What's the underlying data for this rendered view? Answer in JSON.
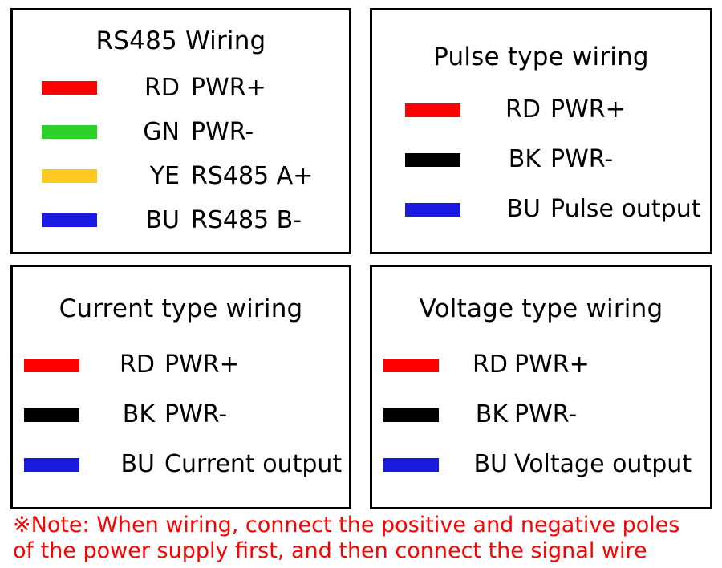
{
  "colors": {
    "red": "#ff0000",
    "green": "#2bd02b",
    "yellow": "#ffc920",
    "blue": "#1a1ae0",
    "black": "#000000",
    "note_red": "#ff0000",
    "border": "#000000",
    "background": "#ffffff"
  },
  "panels": [
    {
      "id": "rs485",
      "title": "RS485 Wiring",
      "rows": [
        {
          "swatch": "red",
          "swatch_color": "#ff0000",
          "code": "RD",
          "desc": "PWR+"
        },
        {
          "swatch": "green",
          "swatch_color": "#2bd02b",
          "code": "GN",
          "desc": "PWR-"
        },
        {
          "swatch": "yellow",
          "swatch_color": "#ffc920",
          "code": "YE",
          "desc": "RS485 A+"
        },
        {
          "swatch": "blue",
          "swatch_color": "#1a1ae0",
          "code": "BU",
          "desc": "RS485 B-"
        }
      ]
    },
    {
      "id": "pulse",
      "title": "Pulse type wiring",
      "rows": [
        {
          "swatch": "red",
          "swatch_color": "#ff0000",
          "code": "RD",
          "desc": "PWR+"
        },
        {
          "swatch": "black",
          "swatch_color": "#000000",
          "code": "BK",
          "desc": "PWR-"
        },
        {
          "swatch": "blue",
          "swatch_color": "#1a1ae0",
          "code": "BU",
          "desc": "Pulse output"
        }
      ]
    },
    {
      "id": "current",
      "title": "Current type wiring",
      "rows": [
        {
          "swatch": "red",
          "swatch_color": "#ff0000",
          "code": "RD",
          "desc": "PWR+"
        },
        {
          "swatch": "black",
          "swatch_color": "#000000",
          "code": "BK",
          "desc": "PWR-"
        },
        {
          "swatch": "blue",
          "swatch_color": "#1a1ae0",
          "code": "BU",
          "desc": "Current output"
        }
      ]
    },
    {
      "id": "voltage",
      "title": "Voltage type wiring",
      "rows": [
        {
          "swatch": "red",
          "swatch_color": "#ff0000",
          "code": "RD",
          "desc": "PWR+"
        },
        {
          "swatch": "black",
          "swatch_color": "#000000",
          "code": "BK",
          "desc": "PWR-"
        },
        {
          "swatch": "blue",
          "swatch_color": "#1a1ae0",
          "code": "BU",
          "desc": "Voltage output"
        }
      ]
    }
  ],
  "note": {
    "line1": "※Note: When wiring, connect the positive and negative poles",
    "line2": "of the power supply first, and then connect the signal wire"
  }
}
